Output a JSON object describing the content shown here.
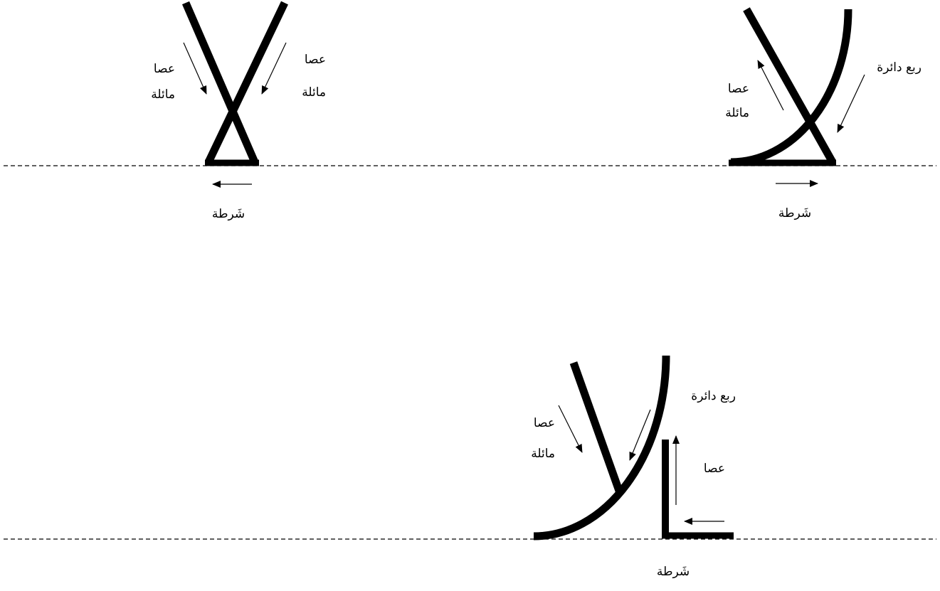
{
  "figures": [
    {
      "id": "figure-1",
      "labels": {
        "slanted_rod_left": [
          "عصا",
          "مائلة"
        ],
        "slanted_rod_right": [
          "عصا",
          "مائلة"
        ],
        "strip": "شَرطة"
      }
    },
    {
      "id": "figure-2",
      "labels": {
        "slanted_rod": [
          "عصا",
          "مائلة"
        ],
        "quarter_circle": "ربع دائرة",
        "strip": "شَرطة"
      }
    },
    {
      "id": "figure-3",
      "labels": {
        "slanted_rod": [
          "عصا",
          "مائلة"
        ],
        "quarter_circle": "ربع دائرة",
        "rod": "عصا",
        "strip": "شَرطة"
      }
    }
  ],
  "colors": {
    "stroke": "#000000",
    "background": "#ffffff"
  }
}
